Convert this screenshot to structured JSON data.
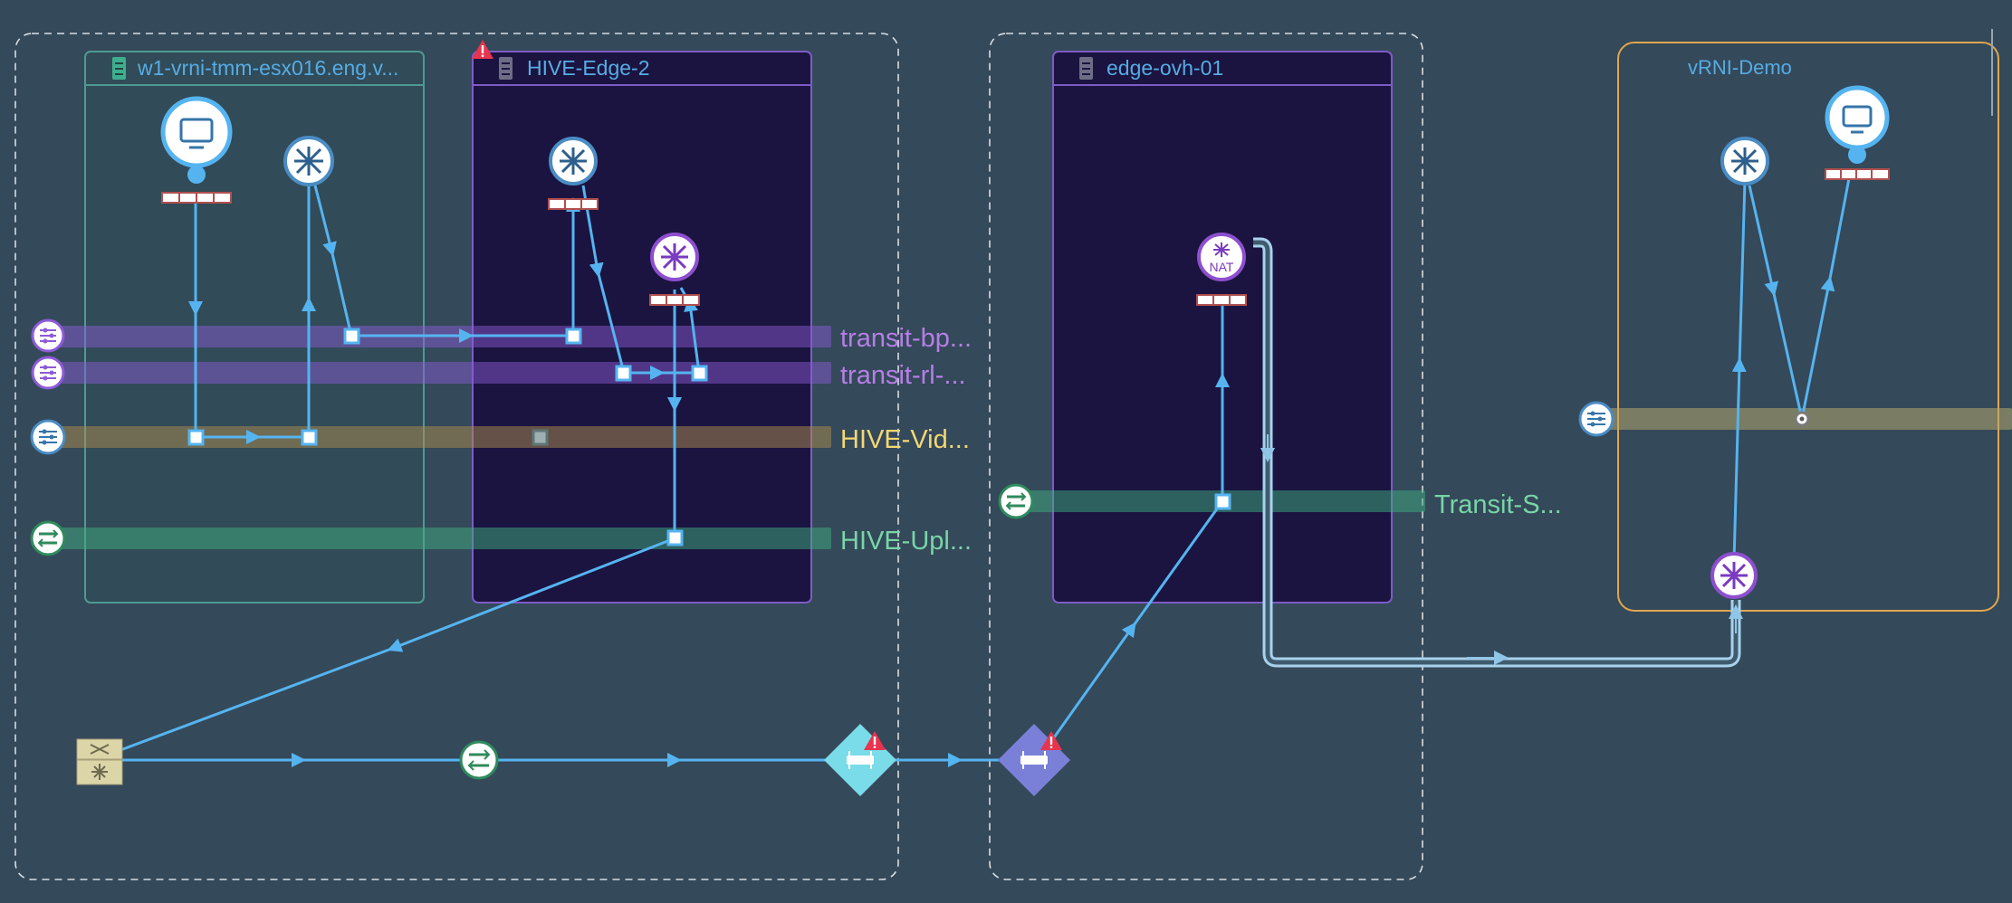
{
  "hosts": {
    "esx": "w1-vrni-tmm-esx016.eng.v...",
    "hive_edge": "HIVE-Edge-2",
    "edge_ovh": "edge-ovh-01",
    "vrni_demo": "vRNI-Demo"
  },
  "segments": {
    "transit_bp": "transit-bp...",
    "transit_rl": "transit-rl-...",
    "hive_vid": "HIVE-Vid...",
    "hive_upl": "HIVE-Upl...",
    "transit_s": "Transit-S..."
  },
  "nodes": {
    "nat": "NAT"
  },
  "icons": {
    "vm": "vm-monitor-icon",
    "router": "router-icon",
    "segment": "segment-icon",
    "switch": "switch-icon",
    "edge_gateway": "edge-gateway-icon",
    "warning": "warning-icon",
    "host": "host-server-icon"
  },
  "colors": {
    "background": "#34495a",
    "flow": "#55b4f0",
    "esx_border": "#4e9a92",
    "edge_fill": "#1b1440",
    "edge_border": "#7e5bc6",
    "vrni_border": "#e0a64e",
    "segment_purple": "#8d5bd8",
    "segment_olive": "#97865e",
    "segment_green": "#3f9a76",
    "label_purple": "#b67ee6",
    "label_yellow": "#f3d774",
    "label_green": "#78d5a6",
    "warning": "#e8344e"
  }
}
